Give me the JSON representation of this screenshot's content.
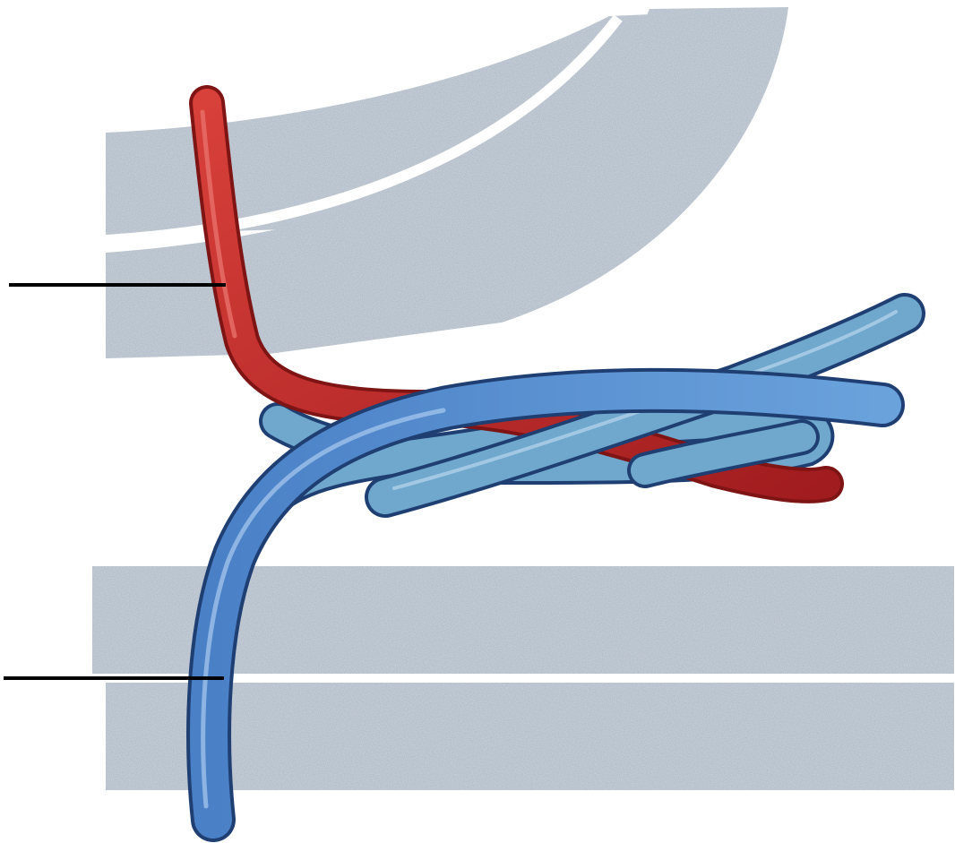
{
  "figure": {
    "labels": [
      {
        "id": "label-line-upper",
        "text": ""
      },
      {
        "id": "label-line-lower",
        "text": ""
      }
    ],
    "colors": {
      "background": "#ffffff",
      "tissue_band": "#a9b6c4",
      "artery_red": "#c0282a",
      "artery_red_dark": "#7e1414",
      "vein_blue": "#5d94d4",
      "vein_blue_dark": "#1f3f73",
      "vein_teal": "#6fa8cc",
      "leader_line": "#000000"
    },
    "structures": [
      "red-vessel",
      "blue-vessel-main",
      "blue-vessel-branch",
      "blue-vessel-loop",
      "tissue-bands"
    ]
  }
}
